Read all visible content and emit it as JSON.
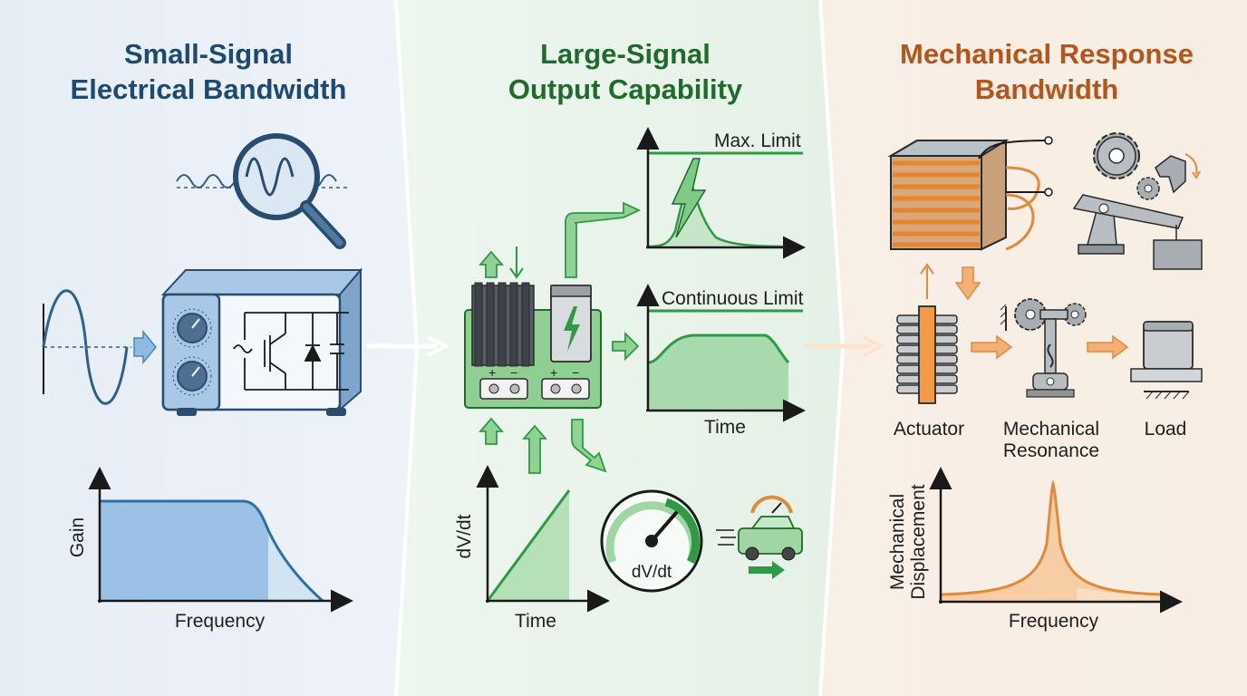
{
  "panels": {
    "electrical": {
      "title_line1": "Small-Signal",
      "title_line2": "Electrical Bandwidth",
      "color": "#1e4a72",
      "chart_ylabel": "Gain",
      "chart_xlabel": "Frequency"
    },
    "output": {
      "title_line1": "Large-Signal",
      "title_line2": "Output Capability",
      "color": "#1e6b2c",
      "peak_chart_label": "Max. Limit",
      "continuous_chart_label": "Continuous Limit",
      "continuous_chart_xlabel": "Time",
      "ramp_chart_ylabel": "dV/dt",
      "ramp_chart_xlabel": "Time",
      "gauge_label": "dV/dt",
      "terminal_plus": "+",
      "terminal_minus": "−"
    },
    "mechanical": {
      "title_line1": "Mechanical Response",
      "title_line2": "Bandwidth",
      "color": "#b4561c",
      "actuator_label": "Actuator",
      "resonance_label_line1": "Mechanical",
      "resonance_label_line2": "Resonance",
      "load_label": "Load",
      "chart_ylabel_line1": "Mechanical",
      "chart_ylabel_line2": "Displacement",
      "chart_xlabel": "Frequency"
    }
  },
  "colors": {
    "blue_accent": "#2f6fa3",
    "green_accent": "#2e9a45",
    "orange_accent": "#e08a3c"
  }
}
